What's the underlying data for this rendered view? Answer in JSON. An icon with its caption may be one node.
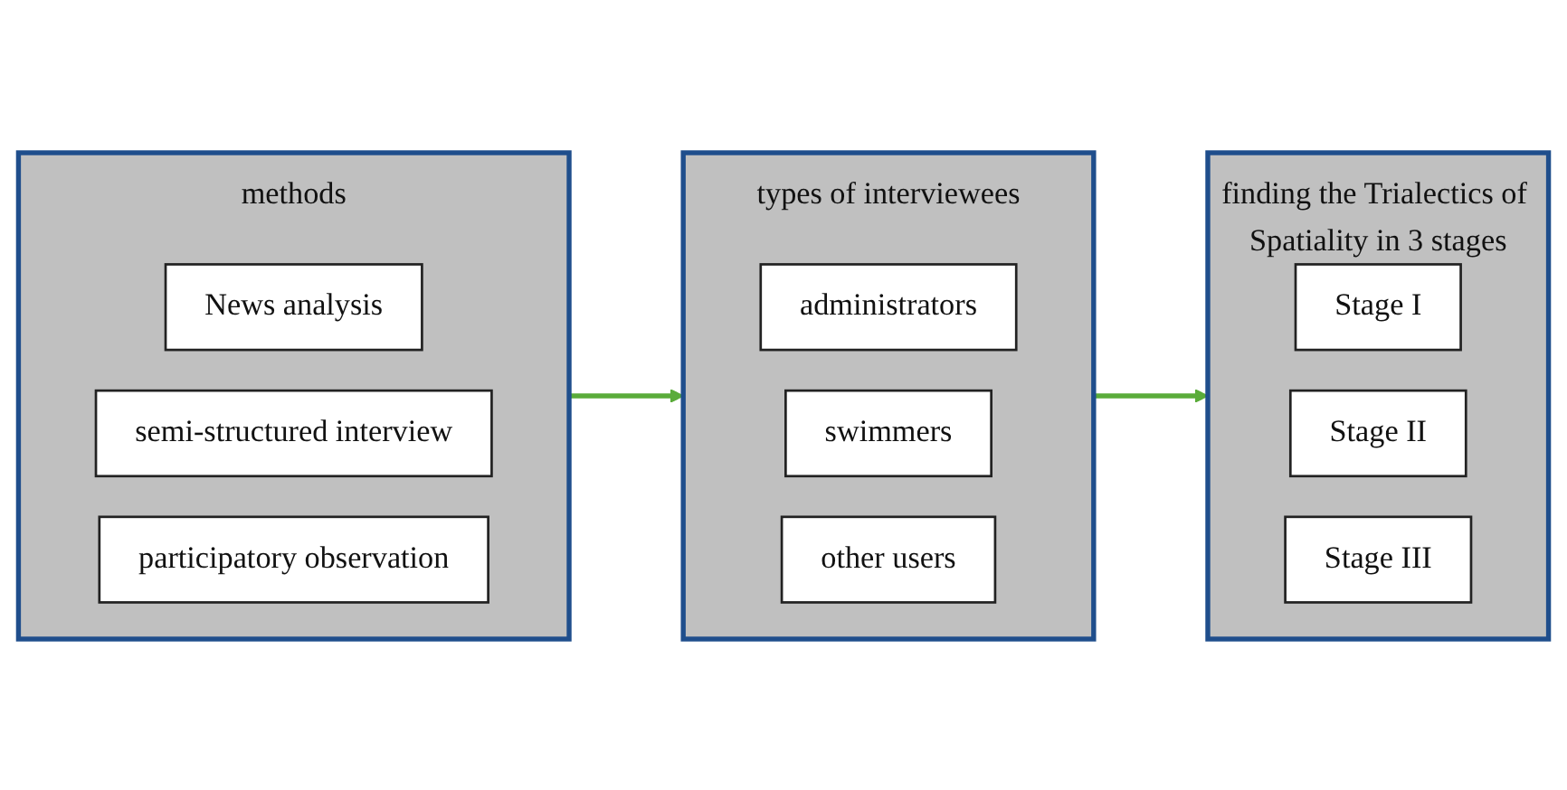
{
  "diagram": {
    "nodes": [
      {
        "text": [
          "methods"
        ]
      },
      {
        "text": [
          "News analysis"
        ],
        "in": 0
      },
      {
        "text": [
          "semi-structured interview"
        ],
        "in": 0
      },
      {
        "text": [
          "participatory observation"
        ],
        "in": 0
      },
      {
        "text": [
          "types of interviewees"
        ]
      },
      {
        "text": [
          "administrators"
        ],
        "in": 4
      },
      {
        "text": [
          "swimmers"
        ],
        "in": 4
      },
      {
        "text": [
          "other users"
        ],
        "in": 4
      },
      {
        "text": [
          "finding the Trialectics of Spatiality in 3 stages"
        ]
      },
      {
        "text": [
          "Stage I"
        ],
        "in": 8
      },
      {
        "text": [
          "Stage II"
        ],
        "in": 8
      },
      {
        "text": [
          "Stage III"
        ],
        "in": 8
      }
    ],
    "edges": [
      {
        "from": 0,
        "to": 4,
        "arrow": "to"
      },
      {
        "from": 4,
        "to": 8,
        "arrow": "to"
      }
    ]
  }
}
